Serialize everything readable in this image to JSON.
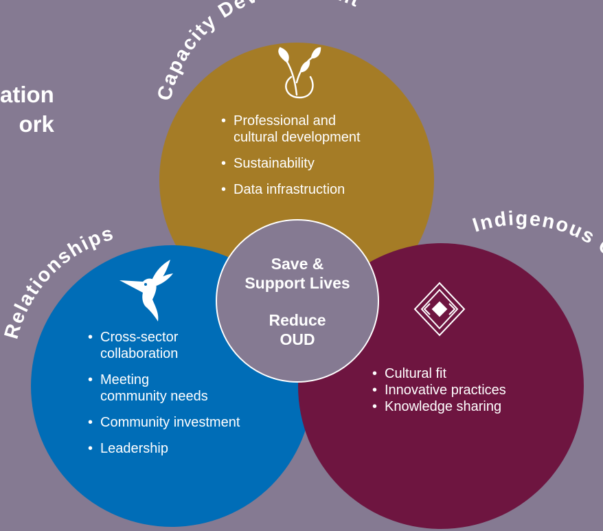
{
  "heading": "ation\nork",
  "core": {
    "outcome_1": "Save &\nSupport Lives",
    "outcome_2": "Reduce\nOUD"
  },
  "domains": [
    {
      "id": "capacity",
      "title": "Capacity Development",
      "icon": "leaf-sprout-icon",
      "color": "#a57c26",
      "bullets": [
        "Professional and\ncultural development",
        "Sustainability",
        "Data infrastruction"
      ]
    },
    {
      "id": "relationships",
      "title": "Relationships",
      "icon": "hummingbird-icon",
      "color": "#006db7",
      "bullets": [
        "Cross-sector\ncollaboration",
        "Meeting\ncommunity needs",
        "Community investment",
        "Leadership"
      ]
    },
    {
      "id": "praxis",
      "title": "Indigenous Centered Praxis",
      "icon": "diamond-pattern-icon",
      "color": "#6e1540",
      "bullets": [
        "Cultural fit",
        "Innovative practices",
        "Knowledge sharing"
      ]
    }
  ]
}
